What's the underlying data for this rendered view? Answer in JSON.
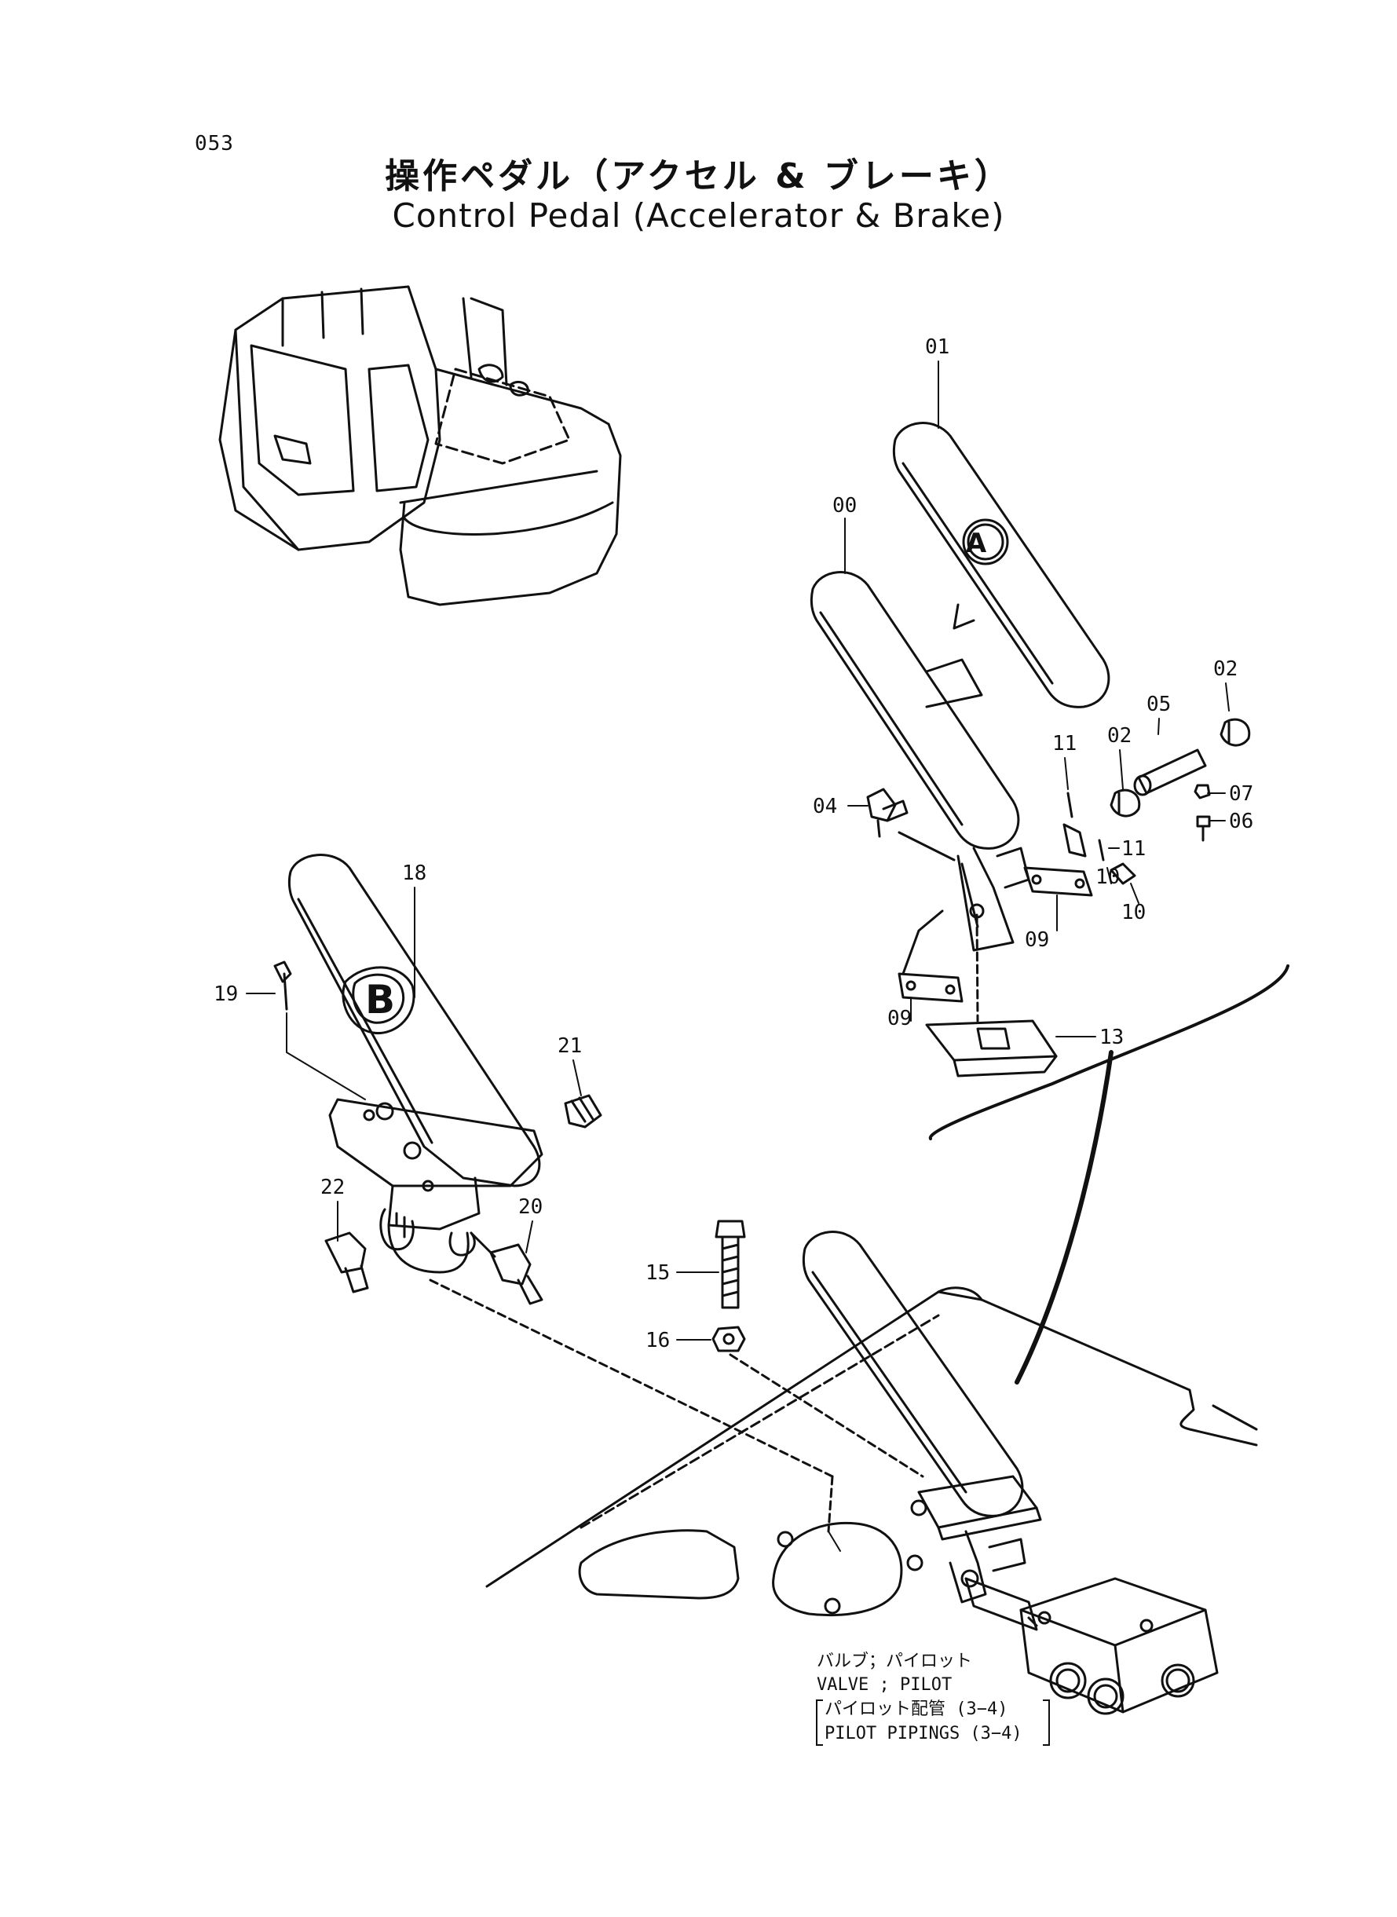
{
  "page": {
    "number": "053",
    "title_jp": "操作ペダル（アクセル & ブレーキ）",
    "title_en": "Control Pedal (Accelerator & Brake)"
  },
  "parts": {
    "p00": "00",
    "p01": "01",
    "p02a": "02",
    "p02b": "02",
    "p04": "04",
    "p05": "05",
    "p06": "06",
    "p07": "07",
    "p09a": "09",
    "p09b": "09",
    "p10a": "10",
    "p10b": "10",
    "p11a": "11",
    "p11b": "11",
    "p13": "13",
    "p15": "15",
    "p16": "16",
    "p18": "18",
    "p19": "19",
    "p20": "20",
    "p21": "21",
    "p22": "22"
  },
  "pedal_marks": {
    "accelerator": "A",
    "brake": "B"
  },
  "notes": {
    "valve_jp": "バルブ；パイロット",
    "valve_en": "VALVE ; PILOT",
    "piping_jp": "パイロット配管 (3−4)",
    "piping_en": "PILOT PIPINGS (3−4)"
  }
}
